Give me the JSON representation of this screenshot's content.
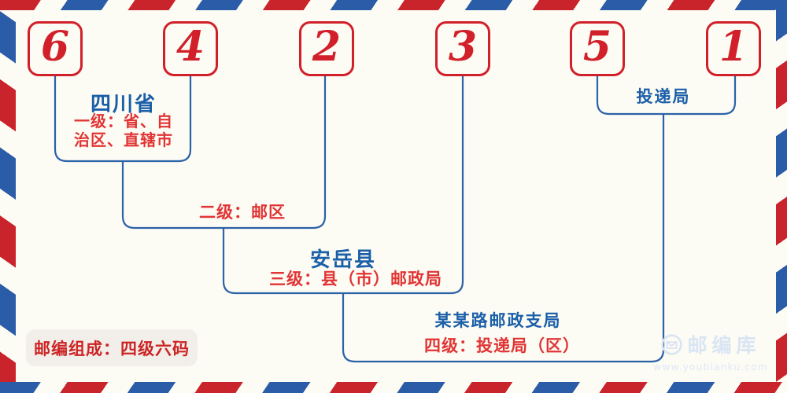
{
  "diagram": {
    "postal_code": {
      "digits": [
        "6",
        "4",
        "2",
        "3",
        "5",
        "1"
      ]
    },
    "levels": [
      {
        "place": "四川省",
        "desc": "一级：省、自治区、直辖市"
      },
      {
        "place": "",
        "desc": "二级：邮区"
      },
      {
        "place": "安岳县",
        "desc": "三级：县（市）邮政局"
      },
      {
        "place": "某某路邮政支局",
        "desc": "四级：投递局（区）"
      }
    ],
    "delivery_bracket_label": "投递局",
    "composition_note": "邮编组成：四级六码"
  },
  "watermark": {
    "brand": "邮编库",
    "url": "www.youbianku.com",
    "icon": "envelope-in-circle"
  },
  "colors": {
    "background": "#fcfbf4",
    "stripe_red": "#c9232b",
    "stripe_blue": "#2b5ca8",
    "digit_red": "#d1202a",
    "place_blue": "#1a5fa8",
    "desc_red": "#e13434",
    "line_blue": "#2b62a8",
    "note_red": "#cc2424",
    "note_pill_bg": "#f2efeb",
    "watermark_blue": "#d9e5f3"
  }
}
